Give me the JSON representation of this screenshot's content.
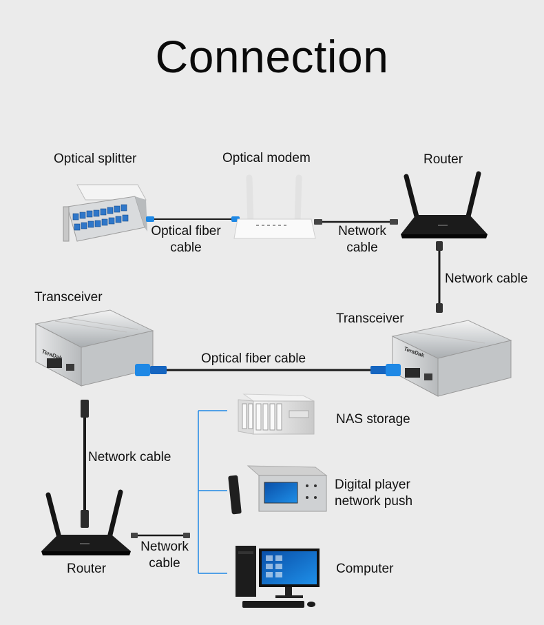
{
  "title": "Connection",
  "labels": {
    "optical_splitter": "Optical splitter",
    "optical_modem": "Optical modem",
    "router_top": "Router",
    "optical_fiber_cable_top_1": "Optical fiber",
    "optical_fiber_cable_top_2": "cable",
    "network_cable_top_1": "Network",
    "network_cable_top_2": "cable",
    "network_cable_right": "Network cable",
    "transceiver_left": "Transceiver",
    "transceiver_right": "Transceiver",
    "optical_fiber_cable_mid": "Optical fiber cable",
    "network_cable_left": "Network cable",
    "router_bottom": "Router",
    "network_cable_bottom_1": "Network",
    "network_cable_bottom_2": "cable",
    "nas_storage": "NAS storage",
    "digital_player_1": "Digital player",
    "digital_player_2": "network push",
    "computer": "Computer"
  },
  "brand_text": "TeraDak",
  "colors": {
    "background": "#ebebeb",
    "fiber_connector": "#1e88e5",
    "tree_line": "#1e88e5",
    "cable": "#1a1a1a"
  }
}
